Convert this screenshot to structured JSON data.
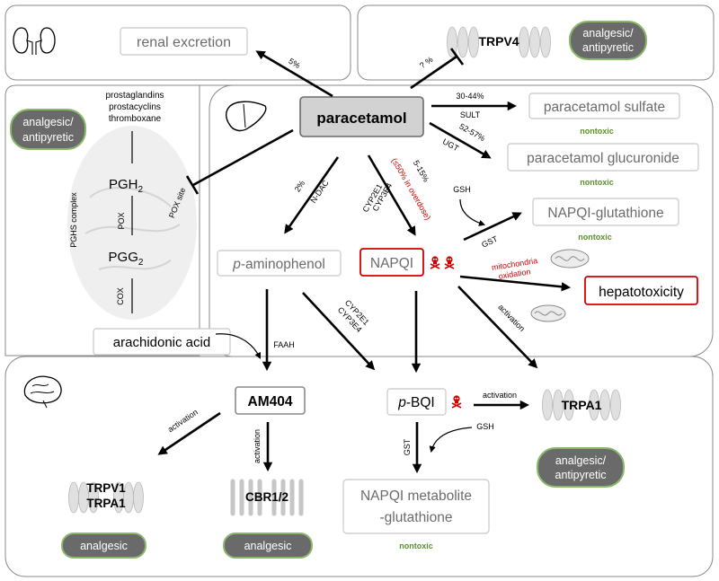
{
  "nodes": {
    "paracetamol": "paracetamol",
    "renal_excretion": "renal excretion",
    "trpv4": "TRPV4",
    "analgesic_antipyretic_1": "analgesic/",
    "analgesic_antipyretic_2": "antipyretic",
    "paracetamol_sulfate": "paracetamol sulfate",
    "paracetamol_glucuronide": "paracetamol glucuronide",
    "napqi_glutathione": "NAPQI-glutathione",
    "p_aminophenol_prefix": "p",
    "p_aminophenol_rest": "-aminophenol",
    "napqi": "NAPQI",
    "hepatotoxicity": "hepatotoxicity",
    "arachidonic_acid": "arachidonic acid",
    "pgh2_base": "PGH",
    "pgg2_base": "PGG",
    "sub2": "2",
    "am404": "AM404",
    "pbqi_prefix": "p",
    "pbqi_rest": "-BQI",
    "trpa1": "TRPA1",
    "trpv1": "TRPV1",
    "cbr12": "CBR1/2",
    "metabolite_gsh_line1": "NAPQI metabolite",
    "metabolite_gsh_line2": "-glutathione",
    "prostaglandins": "prostaglandins",
    "prostacyclins": "prostacyclins",
    "thromboxane": "thromboxane",
    "analgesic": "analgesic",
    "nontoxic": "nontoxic"
  },
  "edge_labels": {
    "renal_pct": "5%",
    "trpv4_pct": "? %",
    "sulfate_pct": "30-44%",
    "sult": "SULT",
    "glucuronide_pct": "52-57%",
    "ugt": "UGT",
    "ndac_pct": "2%",
    "ndac": "N-DAC",
    "napqi_pct": "5-15%",
    "napqi_overdose": "(≤50% in overdose)",
    "cyp2e1": "CYP2E1",
    "cyp3e4": "CYP3E4",
    "gsh": "GSH",
    "gst": "GST",
    "mito_1": "mitochondria",
    "mito_2": "oxidation",
    "activation": "activation",
    "faah": "FAAH",
    "pox_site": "POX site",
    "pox": "POX",
    "cox": "COX",
    "pghs_complex": "PGHS complex"
  },
  "colors": {
    "nontoxic": "#5b8f2c",
    "toxic": "#d00000",
    "pill_fill": "#6a6a6a",
    "pill_border": "#8ab86a"
  },
  "icons": [
    "kidney-icon",
    "liver-icon",
    "brain-icon",
    "skull-crossbones-icon",
    "mitochondria-icon",
    "ion-channel-icon",
    "cox-enzyme-icon"
  ]
}
